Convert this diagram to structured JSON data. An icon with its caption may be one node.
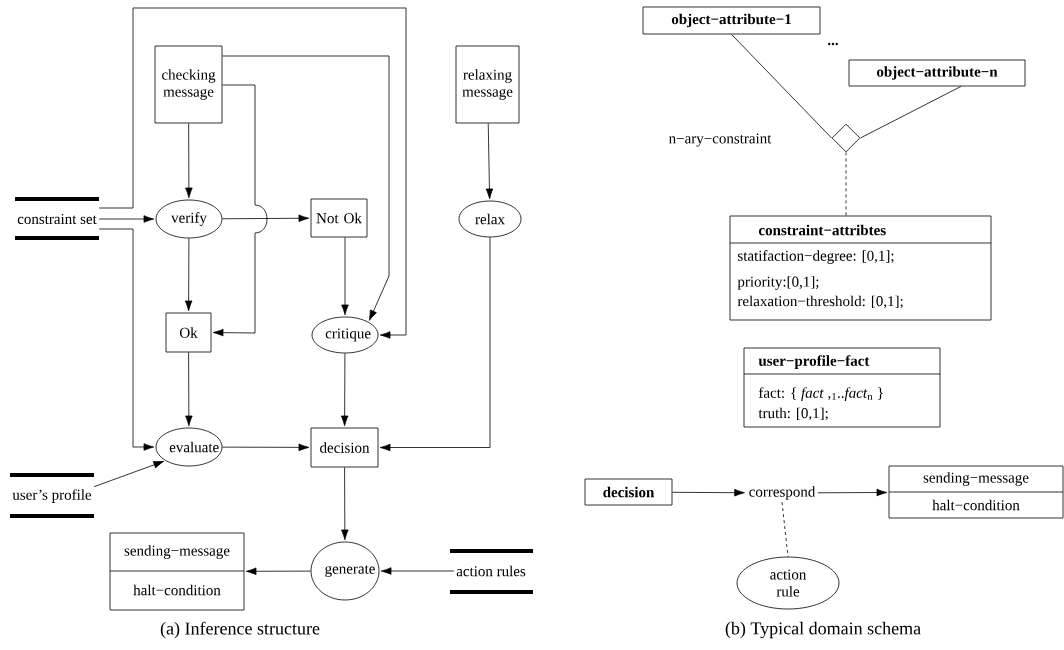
{
  "diagram": {
    "nodes": [
      {
        "text": [
          "checking message"
        ]
      },
      {
        "text": [
          "relaxing message"
        ]
      },
      {
        "text": [
          "constraint set"
        ]
      },
      {
        "text": [
          "verify"
        ]
      },
      {
        "text": [
          "Not Ok"
        ]
      },
      {
        "text": [
          "relax"
        ]
      },
      {
        "text": [
          "Ok"
        ]
      },
      {
        "text": [
          "critique"
        ]
      },
      {
        "text": [
          "evaluate"
        ]
      },
      {
        "text": [
          "decision"
        ]
      },
      {
        "text": [
          "user’s profile"
        ]
      },
      {
        "text": [
          "sending−message",
          "halt−condition"
        ]
      },
      {
        "text": [
          "generate"
        ]
      },
      {
        "text": [
          "action rules"
        ]
      },
      {
        "text": [
          "object−attribute−1"
        ]
      },
      {
        "text": [
          "object−attribute−n"
        ]
      },
      {
        "text": [],
        "shape": "diamond"
      },
      {
        "text": [
          "constraint−attribtes",
          "statifaction−degree: [0,1];",
          "priority:[0,1];",
          "relaxation−threshold: [0,1];"
        ]
      },
      {
        "text": [
          "user−profile−fact",
          "fact: { *fact* ,$_{1}$..*fact*$_{n}$ }",
          "truth: [0,1];"
        ]
      },
      {
        "text": [
          "decision"
        ]
      },
      {
        "text": [
          "correspond"
        ]
      },
      {
        "text": [
          "sending−message",
          "halt−condition"
        ]
      },
      {
        "text": [
          "action rule"
        ]
      }
    ],
    "edges": [
      {
        "from": 2,
        "to": 3,
        "arrow": "to"
      },
      {
        "from": 2,
        "to": 7,
        "arrow": "to"
      },
      {
        "from": 2,
        "to": 8,
        "arrow": "to"
      },
      {
        "from": 0,
        "to": 3,
        "arrow": "to"
      },
      {
        "from": 0,
        "to": 6,
        "arrow": "to"
      },
      {
        "from": 0,
        "to": 7,
        "arrow": "to"
      },
      {
        "from": 3,
        "to": 4,
        "arrow": "to"
      },
      {
        "from": 3,
        "to": 6,
        "arrow": "to"
      },
      {
        "from": 4,
        "to": 7,
        "arrow": "to"
      },
      {
        "from": 6,
        "to": 8,
        "arrow": "to"
      },
      {
        "from": 7,
        "to": 9,
        "arrow": "to"
      },
      {
        "from": 1,
        "to": 5,
        "arrow": "to"
      },
      {
        "from": 5,
        "to": 9,
        "arrow": "to"
      },
      {
        "from": 8,
        "to": 9,
        "arrow": "to"
      },
      {
        "from": 10,
        "to": 8,
        "arrow": "to"
      },
      {
        "from": 9,
        "to": 12,
        "arrow": "to"
      },
      {
        "from": 12,
        "to": 11,
        "arrow": "to"
      },
      {
        "from": 13,
        "to": 12,
        "arrow": "to"
      },
      {
        "from": 14,
        "to": 16,
        "arrow": "none"
      },
      {
        "from": 15,
        "to": 16,
        "arrow": "none"
      },
      {
        "from": 16,
        "to": 17,
        "arrow": "none",
        "style": "dashed"
      },
      {
        "from": 19,
        "to": 20,
        "arrow": "to"
      },
      {
        "from": 20,
        "to": 21,
        "arrow": "to"
      },
      {
        "from": 20,
        "to": 22,
        "arrow": "none",
        "style": "dashed"
      }
    ],
    "labels": [
      "n−ary−constraint",
      "...",
      "(a) Inference structure",
      "(b) Typical domain schema"
    ]
  }
}
